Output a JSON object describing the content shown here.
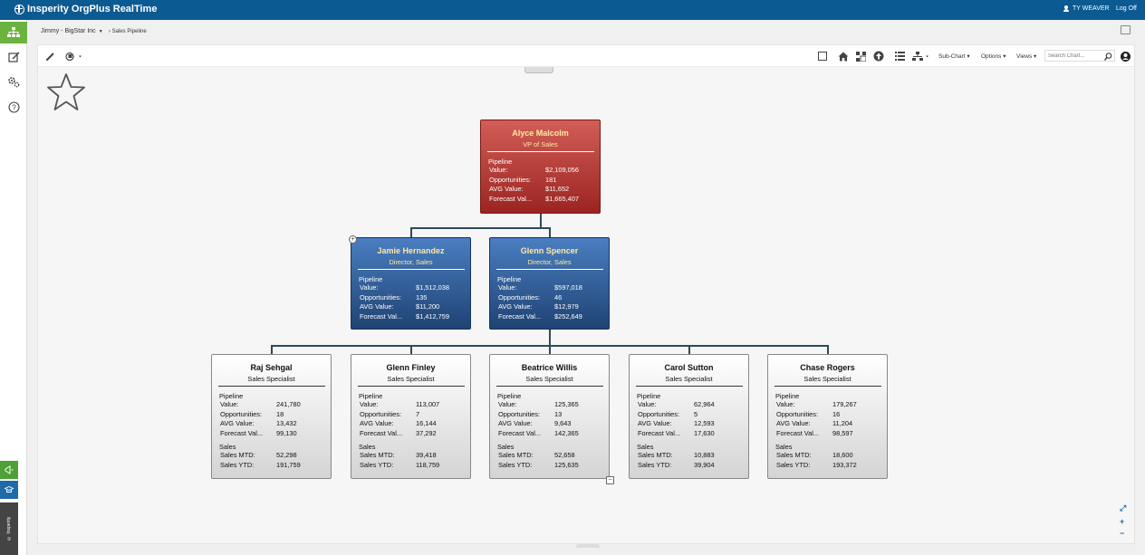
{
  "app": {
    "title": "Insperity OrgPlus RealTime",
    "user": "TY WEAVER",
    "logoff": "Log Off"
  },
  "sidebar": {
    "items": [
      {
        "name": "org-chart-icon",
        "active": true
      },
      {
        "name": "edit-icon",
        "active": false
      },
      {
        "name": "settings-icon",
        "active": false
      },
      {
        "name": "help-icon",
        "active": false
      }
    ],
    "copyright": "© Insperity"
  },
  "breadcrumb": {
    "company": "Jimmy - BigStar Inc",
    "page": "› Sales Pipeline"
  },
  "toolbar": {
    "subchart": "Sub-Chart",
    "options": "Options",
    "views": "Views",
    "search_placeholder": "Search Chart..."
  },
  "chart": {
    "root": {
      "name": "Alyce Malcolm",
      "title": "VP of Sales",
      "section": "Pipeline",
      "rows": [
        {
          "k": "Value:",
          "v": "$2,109,056"
        },
        {
          "k": "Opportunities:",
          "v": "181"
        },
        {
          "k": "AVG Value:",
          "v": "$11,652"
        },
        {
          "k": "Forecast Val...",
          "v": "$1,665,407"
        }
      ]
    },
    "directors": [
      {
        "name": "Jamie Hernandez",
        "title": "Director, Sales",
        "section": "Pipeline",
        "rows": [
          {
            "k": "Value:",
            "v": "$1,512,038"
          },
          {
            "k": "Opportunities:",
            "v": "135"
          },
          {
            "k": "AVG Value:",
            "v": "$11,200"
          },
          {
            "k": "Forecast Val...",
            "v": "$1,412,759"
          }
        ]
      },
      {
        "name": "Glenn Spencer",
        "title": "Director, Sales",
        "section": "Pipeline",
        "rows": [
          {
            "k": "Value:",
            "v": "$597,018"
          },
          {
            "k": "Opportunities:",
            "v": "46"
          },
          {
            "k": "AVG Value:",
            "v": "$12,979"
          },
          {
            "k": "Forecast Val...",
            "v": "$252,649"
          }
        ]
      }
    ],
    "specialists": [
      {
        "name": "Raj Sehgal",
        "title": "Sales Specialist",
        "section": "Pipeline",
        "rows": [
          {
            "k": "Value:",
            "v": "241,780"
          },
          {
            "k": "Opportunities:",
            "v": "18"
          },
          {
            "k": "AVG Value:",
            "v": "13,432"
          },
          {
            "k": "Forecast Val...",
            "v": "99,130"
          }
        ],
        "sales_section": "Sales",
        "sales": [
          {
            "k": "Sales MTD:",
            "v": "52,298"
          },
          {
            "k": "Sales YTD:",
            "v": "191,759"
          }
        ]
      },
      {
        "name": "Glenn Finley",
        "title": "Sales Specialist",
        "section": "Pipeline",
        "rows": [
          {
            "k": "Value:",
            "v": "113,007"
          },
          {
            "k": "Opportunities:",
            "v": "7"
          },
          {
            "k": "AVG Value:",
            "v": "16,144"
          },
          {
            "k": "Forecast Val...",
            "v": "37,292"
          }
        ],
        "sales_section": "Sales",
        "sales": [
          {
            "k": "Sales MTD:",
            "v": "39,418"
          },
          {
            "k": "Sales YTD:",
            "v": "118,759"
          }
        ]
      },
      {
        "name": "Beatrice Willis",
        "title": "Sales Specialist",
        "section": "Pipeline",
        "rows": [
          {
            "k": "Value:",
            "v": "125,365"
          },
          {
            "k": "Opportunities:",
            "v": "13"
          },
          {
            "k": "AVG Value:",
            "v": "9,643"
          },
          {
            "k": "Forecast Val...",
            "v": "142,365"
          }
        ],
        "sales_section": "Sales",
        "sales": [
          {
            "k": "Sales MTD:",
            "v": "52,658"
          },
          {
            "k": "Sales YTD:",
            "v": "125,635"
          }
        ]
      },
      {
        "name": "Carol Sutton",
        "title": "Sales Specialist",
        "section": "Pipeline",
        "rows": [
          {
            "k": "Value:",
            "v": "62,964"
          },
          {
            "k": "Opportunities:",
            "v": "5"
          },
          {
            "k": "AVG Value:",
            "v": "12,593"
          },
          {
            "k": "Forecast Val...",
            "v": "17,630"
          }
        ],
        "sales_section": "Sales",
        "sales": [
          {
            "k": "Sales MTD:",
            "v": "10,883"
          },
          {
            "k": "Sales YTD:",
            "v": "39,904"
          }
        ]
      },
      {
        "name": "Chase Rogers",
        "title": "Sales Specialist",
        "section": "Pipeline",
        "rows": [
          {
            "k": "Value:",
            "v": "179,267"
          },
          {
            "k": "Opportunities:",
            "v": "16"
          },
          {
            "k": "AVG Value:",
            "v": "11,204"
          },
          {
            "k": "Forecast Val...",
            "v": "98,597"
          }
        ],
        "sales_section": "Sales",
        "sales": [
          {
            "k": "Sales MTD:",
            "v": "18,600"
          },
          {
            "k": "Sales YTD:",
            "v": "193,372"
          }
        ]
      }
    ]
  },
  "colors": {
    "topbar": "#0c5a92",
    "active_nav": "#6bb33e",
    "root_card": "#b83a34",
    "director_card": "#2f5d99",
    "header_text": "#ffe9a6"
  }
}
